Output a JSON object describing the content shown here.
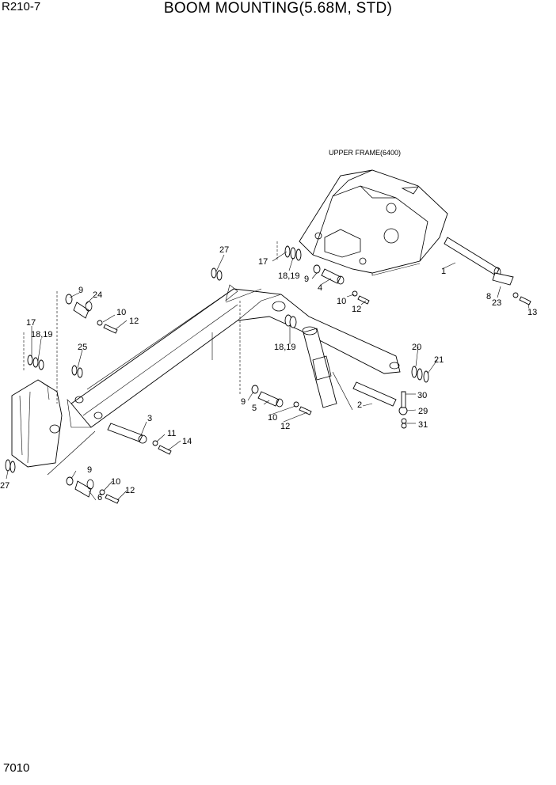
{
  "header": {
    "model": "R210-7",
    "title": "BOOM MOUNTING(5.68M, STD)"
  },
  "footer": {
    "page_number": "7010"
  },
  "diagram": {
    "frame_label": "UPPER FRAME(6400)",
    "callouts": [
      "1",
      "2",
      "3",
      "4",
      "5",
      "6",
      "8",
      "9",
      "9",
      "9",
      "9",
      "10",
      "10",
      "10",
      "10",
      "11",
      "12",
      "12",
      "12",
      "12",
      "13",
      "14",
      "17",
      "17",
      "18,19",
      "18,19",
      "18,19",
      "20",
      "21",
      "23",
      "24",
      "25",
      "27",
      "27",
      "29",
      "30",
      "31"
    ]
  }
}
